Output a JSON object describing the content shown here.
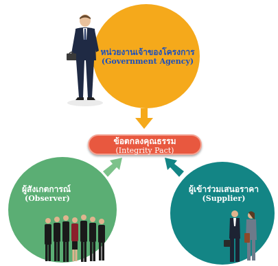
{
  "colors": {
    "top_circle": "#F5A91B",
    "left_circle": "#5BAE74",
    "right_circle": "#138585",
    "pill": "#E8583F",
    "pill_border": "#F4A393",
    "arrow_down": "#F5A91B",
    "arrow_left": "#7CC28A",
    "arrow_right": "#138585",
    "top_label_text": "#1A4FBF"
  },
  "nodes": {
    "government": {
      "title_th": "หน่วยงานเจ้าของโครงการ",
      "title_en": "(Government Agency)",
      "figure_icon": "businessman-with-briefcase-icon"
    },
    "integrity_pact": {
      "title_th": "ข้อตกลงคุณธรรม",
      "title_en": "(Integrity Pact)"
    },
    "observer": {
      "title_th": "ผู้สังเกตการณ์",
      "title_en": "(Observer)",
      "figure_icon": "business-team-group-icon"
    },
    "supplier": {
      "title_th": "ผู้เข้าร่วมเสนอราคา",
      "title_en": "(Supplier)",
      "figure_icon": "businessman-and-businesswoman-icon"
    }
  },
  "arrows": [
    {
      "from": "government",
      "to": "integrity_pact",
      "icon": "arrow-down-icon"
    },
    {
      "from": "observer",
      "to": "integrity_pact",
      "icon": "arrow-up-right-icon"
    },
    {
      "from": "supplier",
      "to": "integrity_pact",
      "icon": "arrow-up-left-icon"
    }
  ]
}
